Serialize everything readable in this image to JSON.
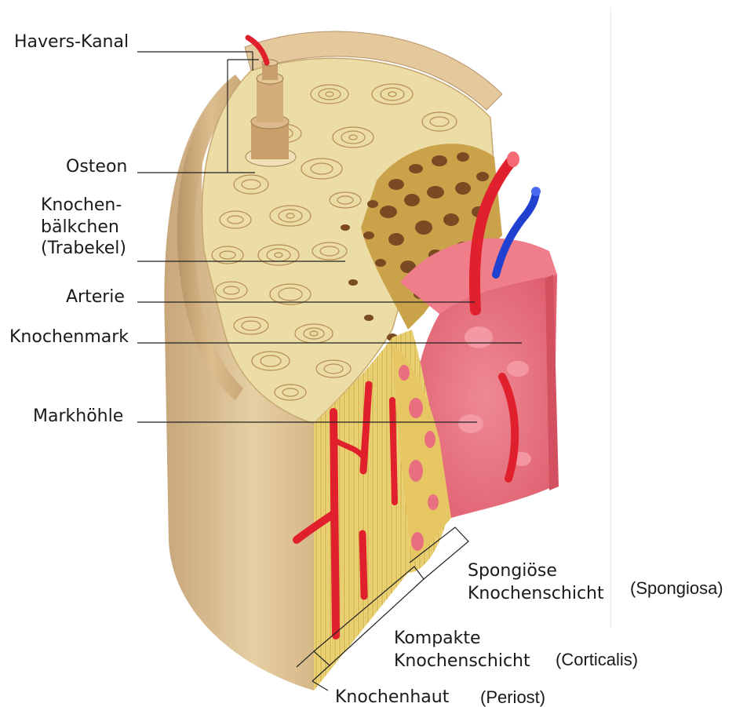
{
  "labels": {
    "havers_kanal": "Havers-Kanal",
    "osteon": "Osteon",
    "knochenbaelkchen": [
      "Knochen-",
      "bälkchen",
      "(Trabekel)"
    ],
    "arterie": "Arterie",
    "knochenmark": "Knochenmark",
    "markhoehle": "Markhöhle",
    "spongioese": [
      "Spongiöse",
      "Knochenschicht"
    ],
    "spongiosa": "(Spongiosa)",
    "kompakte": [
      "Kompakte",
      "Knochenschicht"
    ],
    "corticalis": "(Corticalis)",
    "knochenhaut": "Knochenhaut",
    "periost": "(Periost)"
  },
  "colors": {
    "bone_outer": "#d9b98a",
    "bone_shell": "#e8d2a8",
    "compact": "#e9d79a",
    "spongy_pore": "#8a5a2e",
    "marrow": "#e8707e",
    "artery": "#e0202c",
    "vein": "#2040d0",
    "leader": "#222222"
  }
}
